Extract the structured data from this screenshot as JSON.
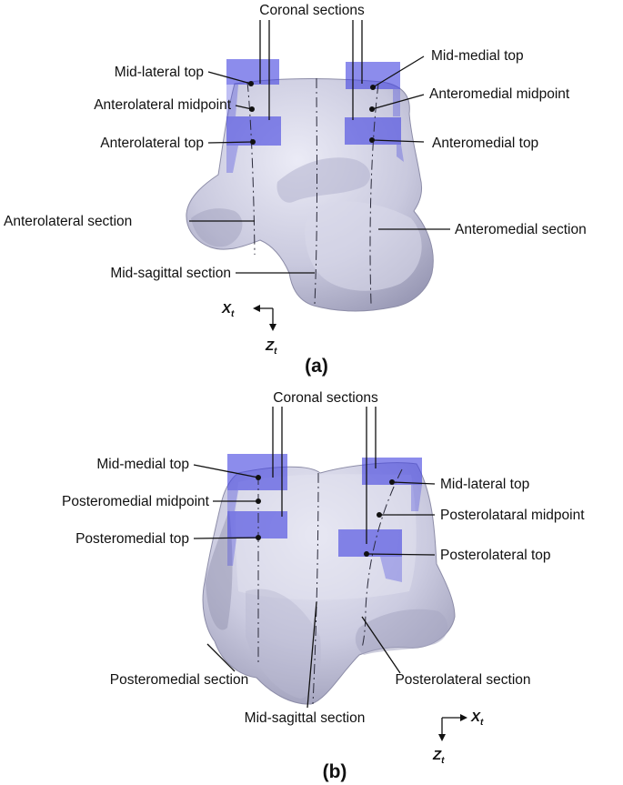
{
  "panel_a": {
    "coronal_sections": "Coronal sections",
    "mid_lateral_top": "Mid-lateral top",
    "mid_medial_top": "Mid-medial top",
    "anterolateral_midpoint": "Anterolateral midpoint",
    "anteromedial_midpoint": "Anteromedial midpoint",
    "anterolateral_top": "Anterolateral top",
    "anteromedial_top": "Anteromedial top",
    "anterolateral_section": "Anterolateral section",
    "anteromedial_section": "Anteromedial section",
    "mid_sagittal_section": "Mid-sagittal section",
    "axis_x": "X",
    "axis_x_sub": "t",
    "axis_z": "Z",
    "axis_z_sub": "t",
    "caption": "(a)"
  },
  "panel_b": {
    "coronal_sections": "Coronal sections",
    "mid_medial_top": "Mid-medial top",
    "mid_lateral_top": "Mid-lateral top",
    "posteromedial_midpoint": "Posteromedial midpoint",
    "posterolataral_midpoint": "Posterolataral midpoint",
    "posteromedial_top": "Posteromedial top",
    "posterolateral_top": "Posterolateral top",
    "posteromedial_section": "Posteromedial section",
    "posterolateral_section": "Posterolateral section",
    "mid_sagittal_section": "Mid-sagittal section",
    "axis_x": "X",
    "axis_x_sub": "t",
    "axis_z": "Z",
    "axis_z_sub": "t",
    "caption": "(b)"
  },
  "colors": {
    "bone": "#c7c7dc",
    "bone_shadow": "#9f9fbb",
    "plane": "#4646e0",
    "text": "#111111"
  }
}
